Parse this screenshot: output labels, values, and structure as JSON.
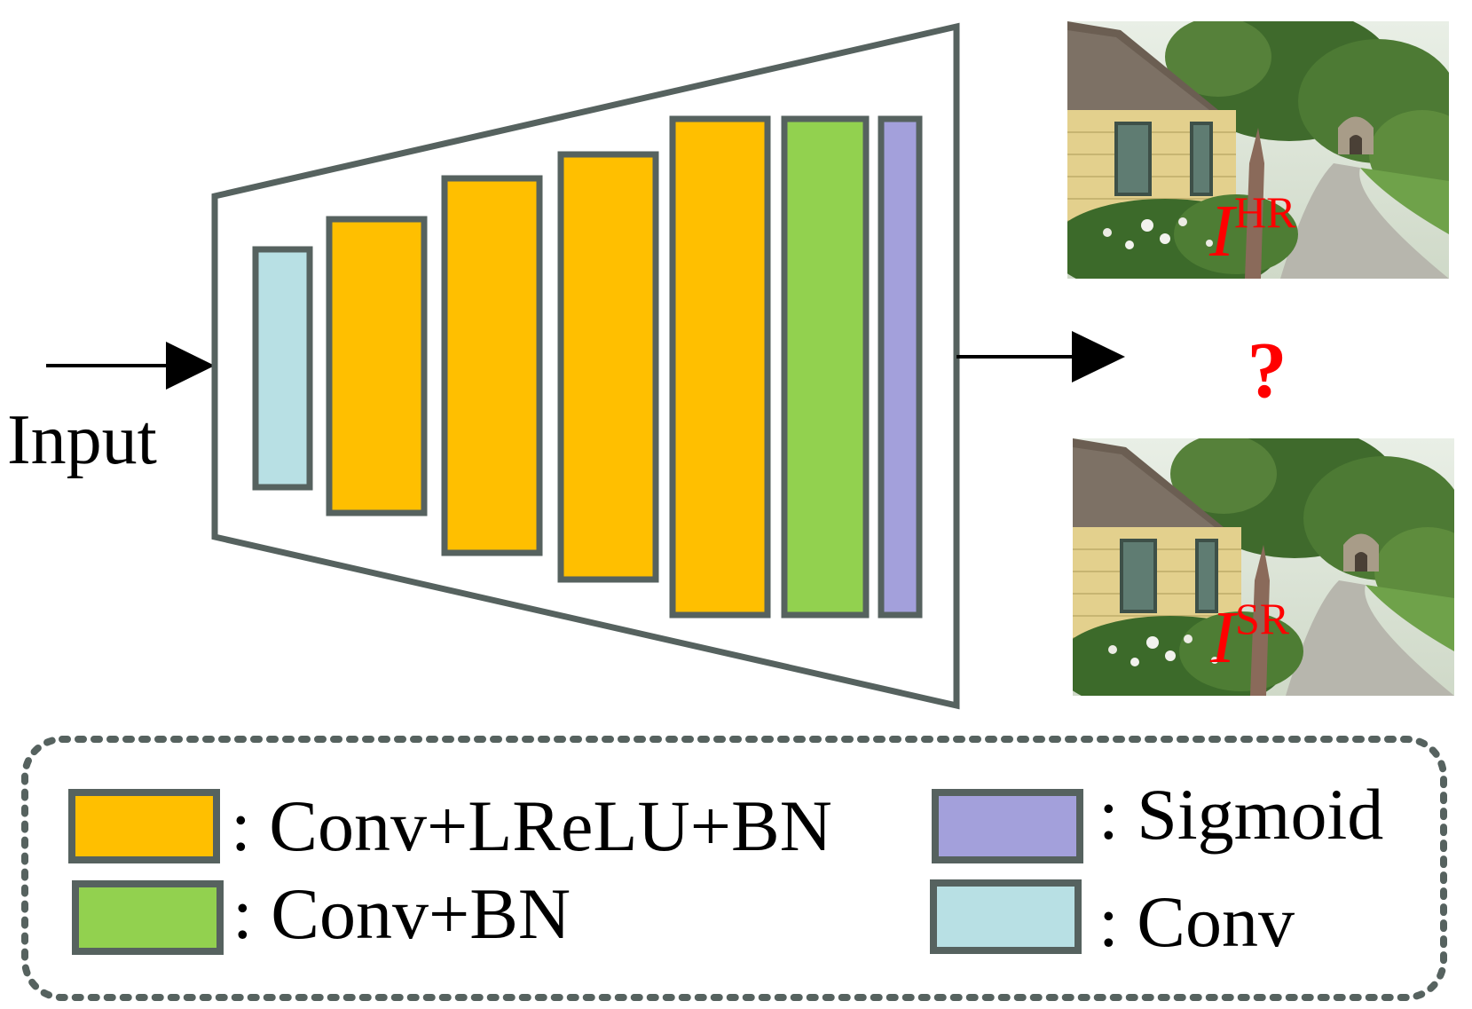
{
  "input_label": "Input",
  "images": {
    "hr": {
      "italic": "I",
      "superscript": "HR"
    },
    "sr": {
      "italic": "I",
      "superscript": "SR"
    },
    "compare_mark": "?"
  },
  "colors": {
    "outline": "#56625f",
    "conv": "#b8e0e4",
    "conv_lrelu_bn": "#ffbf00",
    "conv_bn": "#92d14f",
    "sigmoid": "#a3a0db",
    "label_red": "#ff0000"
  },
  "network": {
    "layers": [
      {
        "type": "conv"
      },
      {
        "type": "conv_lrelu_bn"
      },
      {
        "type": "conv_lrelu_bn"
      },
      {
        "type": "conv_lrelu_bn"
      },
      {
        "type": "conv_lrelu_bn"
      },
      {
        "type": "conv_bn"
      },
      {
        "type": "sigmoid"
      }
    ]
  },
  "legend": {
    "items": [
      {
        "type": "conv_lrelu_bn",
        "label": ": Conv+LReLU+BN"
      },
      {
        "type": "sigmoid",
        "label": ":  Sigmoid"
      },
      {
        "type": "conv_bn",
        "label": ": Conv+BN"
      },
      {
        "type": "conv",
        "label": ": Conv"
      }
    ]
  }
}
